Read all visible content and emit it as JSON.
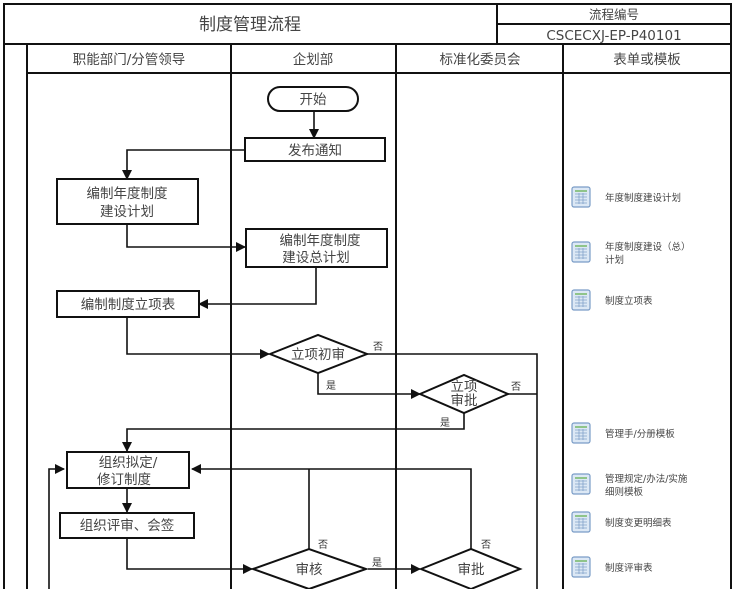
{
  "header": {
    "title": "制度管理流程",
    "code_label": "流程编号",
    "code_value": "CSCECXJ-EP-P40101"
  },
  "lanes": [
    {
      "label": "职能部门/分管领导"
    },
    {
      "label": "企划部"
    },
    {
      "label": "标准化委员会"
    },
    {
      "label": "表单或模板"
    }
  ],
  "nodes": {
    "start": {
      "label": "开始"
    },
    "notify": {
      "label": "发布通知"
    },
    "annual_plan": {
      "lines": [
        "编制年度制度",
        "建设计划"
      ]
    },
    "master_plan": {
      "lines": [
        "编制年度制度",
        "建设总计划"
      ]
    },
    "project_form": {
      "label": "编制制度立项表"
    },
    "initial_review": {
      "label": "立项初审"
    },
    "project_approval": {
      "lines": [
        "立项",
        "审批"
      ]
    },
    "draft_revise": {
      "lines": [
        "组织拟定/",
        "修订制度"
      ]
    },
    "review_sign": {
      "label": "组织评审、会签"
    },
    "audit": {
      "label": "审核"
    },
    "approve": {
      "label": "审批"
    }
  },
  "edge_labels": {
    "yes": "是",
    "no": "否"
  },
  "templates": [
    {
      "icon": "spreadsheet-icon",
      "lines": [
        "年度制度建设计划"
      ]
    },
    {
      "icon": "spreadsheet-icon",
      "lines": [
        "年度制度建设（总）",
        "计划"
      ]
    },
    {
      "icon": "spreadsheet-icon",
      "lines": [
        "制度立项表"
      ]
    },
    {
      "icon": "spreadsheet-icon",
      "lines": [
        "管理手/分册模板"
      ]
    },
    {
      "icon": "spreadsheet-icon",
      "lines": [
        "管理规定/办法/实施",
        "细则模板"
      ]
    },
    {
      "icon": "spreadsheet-icon",
      "lines": [
        "制度变更明细表"
      ]
    },
    {
      "icon": "spreadsheet-icon",
      "lines": [
        "制度评审表"
      ]
    }
  ],
  "colors": {
    "line": "#111111",
    "text": "#444444",
    "icon_fill": "#dce8f5",
    "icon_border": "#7a9cc6",
    "icon_header": "#8fc48a"
  }
}
